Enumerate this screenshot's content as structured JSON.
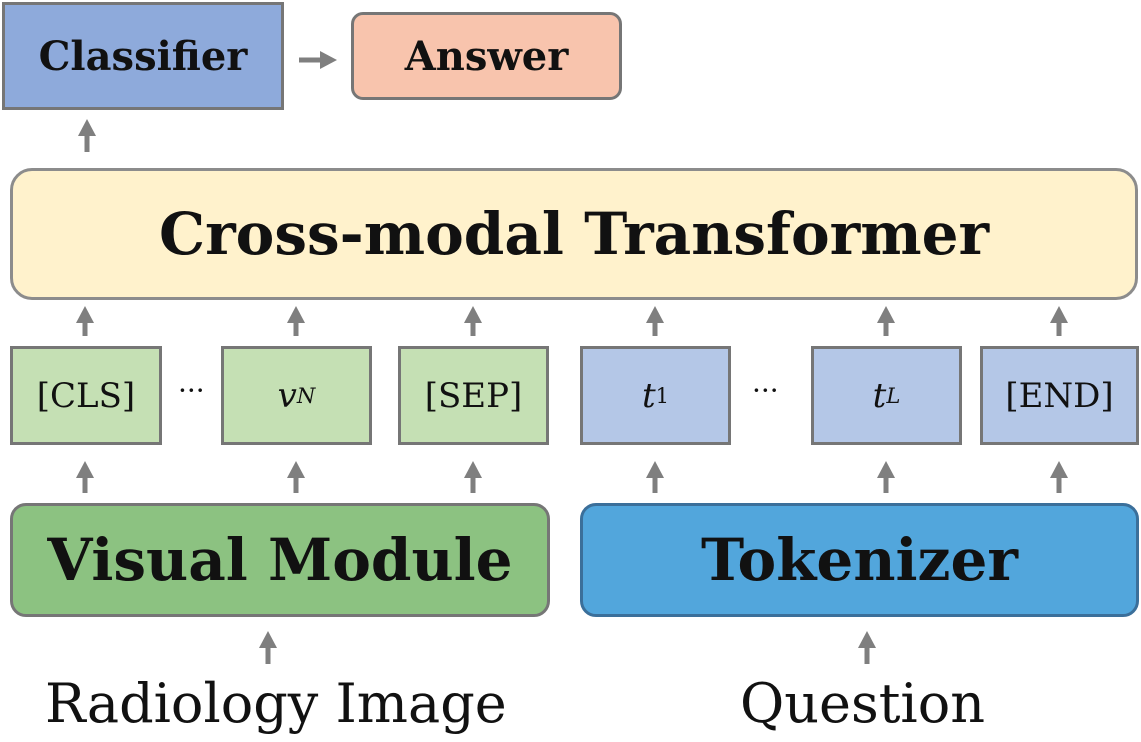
{
  "classifier": "Classifier",
  "answer": "Answer",
  "transformer": "Cross-modal Transformer",
  "visual_tokens": {
    "first": "[CLS]",
    "ellipsis": "···",
    "last_var": "v",
    "last_sub": "N",
    "sep": "[SEP]"
  },
  "question_tokens": {
    "first_var": "t",
    "first_sub": "1",
    "ellipsis": "···",
    "last_var": "t",
    "last_sub": "L",
    "end": "[END]"
  },
  "visual_module": "Visual Module",
  "tokenizer": "Tokenizer",
  "inputs": {
    "image": "Radiology Image",
    "question": "Question"
  },
  "colors": {
    "classifier": "#8eaadb",
    "answer": "#f8c4ad",
    "transformer": "#fff2cc",
    "visual_token": "#c5e0b4",
    "question_token": "#b4c7e7",
    "visual_module": "#8cc281",
    "tokenizer": "#52a6dc",
    "arrow": "#7f7f7f"
  }
}
